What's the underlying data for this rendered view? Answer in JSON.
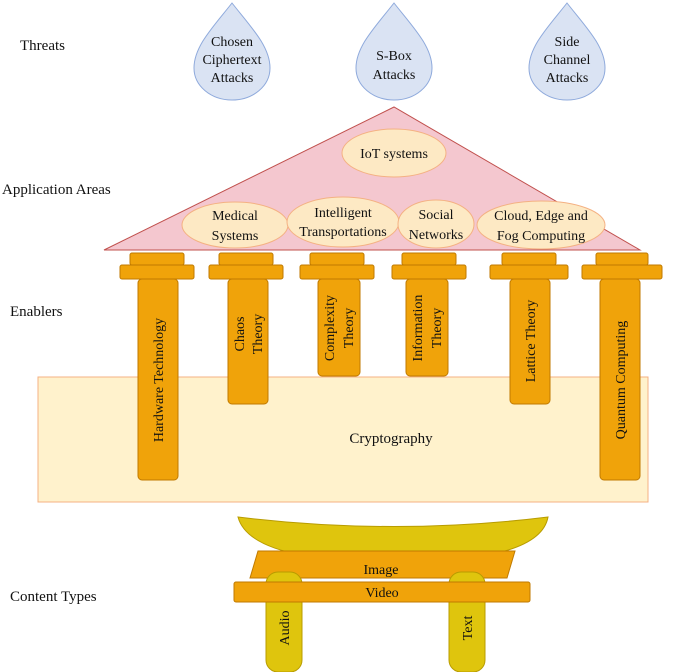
{
  "row_labels": {
    "threats": "Threats",
    "application_areas": "Application Areas",
    "enablers": "Enablers",
    "content_types": "Content Types"
  },
  "threats": [
    {
      "line1": "Chosen",
      "line2": "Ciphertext",
      "line3": "Attacks"
    },
    {
      "line1": "S-Box",
      "line2": "Attacks"
    },
    {
      "line1": "Side",
      "line2": "Channel",
      "line3": "Attacks"
    }
  ],
  "application_areas": {
    "top": "IoT systems",
    "medical": {
      "line1": "Medical",
      "line2": "Systems"
    },
    "transport": {
      "line1": "Intelligent",
      "line2": "Transportations"
    },
    "social": {
      "line1": "Social",
      "line2": "Networks"
    },
    "cloud": {
      "line1": "Cloud, Edge and",
      "line2": "Fog Computing"
    }
  },
  "enablers": {
    "hardware": "Hardware Technology",
    "chaos": {
      "line1": "Chaos",
      "line2": "Theory"
    },
    "complexity": {
      "line1": "Complexity",
      "line2": "Theory"
    },
    "information": {
      "line1": "Information",
      "line2": "Theory"
    },
    "lattice": "Lattice Theory",
    "quantum": "Quantum Computing"
  },
  "foundation": "Cryptography",
  "content_types": {
    "image": "Image",
    "video": "Video",
    "audio": "Audio",
    "text": "Text"
  },
  "colors": {
    "threat_fill": "#dae3f3",
    "threat_stroke": "#8faadc",
    "roof_fill": "#f4c7cf",
    "roof_stroke": "#c0504d",
    "area_fill": "#fde9c4",
    "area_stroke": "#f4b183",
    "pillar_fill": "#f0a30a",
    "pillar_stroke": "#c07a00",
    "base_fill": "#fff2cc",
    "base_stroke": "#f4b183",
    "gate_top": "#dfc50d",
    "gate_stroke": "#b89c00"
  }
}
